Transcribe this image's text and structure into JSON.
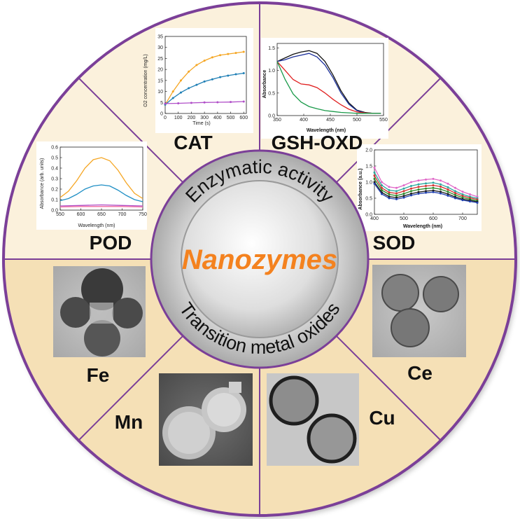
{
  "center": {
    "title": "Nanozymes"
  },
  "ring": {
    "top": "Enzymatic activity",
    "bottom": "Transition metal oxides"
  },
  "segments": {
    "cat": "CAT",
    "gsh": "GSH-OXD",
    "sod": "SOD",
    "pod": "POD",
    "fe": "Fe",
    "mn": "Mn",
    "cu": "Cu",
    "ce": "Ce"
  },
  "colors": {
    "border": "#7b3f98",
    "top_fill": "#fbf1dc",
    "bottom_fill": "#f5e0b6",
    "accent": "#f4821f"
  },
  "charts": {
    "cat": {
      "type": "line",
      "xlabel": "Time (s)",
      "ylabel": "O2 concentration (mg/L)",
      "xlim": [
        0,
        620
      ],
      "ylim": [
        0,
        35
      ],
      "xticks": [
        0,
        100,
        200,
        300,
        400,
        500,
        600
      ],
      "yticks": [
        0,
        5,
        10,
        15,
        20,
        25,
        30,
        35
      ],
      "series": [
        {
          "color": "#f5a623",
          "x": [
            0,
            60,
            120,
            180,
            240,
            300,
            360,
            420,
            480,
            540,
            600
          ],
          "y": [
            4,
            10,
            15,
            19,
            22,
            24,
            25.5,
            26.5,
            27,
            27.5,
            28
          ]
        },
        {
          "color": "#1f7fb5",
          "x": [
            0,
            60,
            120,
            180,
            240,
            300,
            360,
            420,
            480,
            540,
            600
          ],
          "y": [
            4,
            7,
            9.5,
            11.5,
            13,
            14.5,
            15.5,
            16.5,
            17.2,
            17.8,
            18.3
          ]
        },
        {
          "color": "#b04fc8",
          "x": [
            0,
            100,
            200,
            300,
            400,
            500,
            600
          ],
          "y": [
            4.5,
            4.6,
            4.8,
            5,
            5.1,
            5.2,
            5.4
          ]
        }
      ]
    },
    "gsh": {
      "type": "line",
      "xlabel": "Wavelength (nm)",
      "ylabel": "Absorbance",
      "xlim": [
        350,
        550
      ],
      "ylim": [
        0,
        1.6
      ],
      "xticks": [
        350,
        400,
        450,
        500,
        550
      ],
      "yticks": [
        0.0,
        0.5,
        1.0,
        1.5
      ],
      "series": [
        {
          "color": "#111111",
          "x": [
            350,
            365,
            380,
            395,
            410,
            425,
            440,
            455,
            470,
            485,
            500,
            515,
            530,
            545
          ],
          "y": [
            1.2,
            1.28,
            1.36,
            1.41,
            1.44,
            1.38,
            1.2,
            0.9,
            0.55,
            0.28,
            0.12,
            0.07,
            0.05,
            0.05
          ]
        },
        {
          "color": "#1b2f9a",
          "x": [
            350,
            365,
            380,
            395,
            410,
            425,
            440,
            455,
            470,
            485,
            500,
            515,
            530,
            545
          ],
          "y": [
            1.2,
            1.24,
            1.3,
            1.34,
            1.38,
            1.3,
            1.12,
            0.84,
            0.5,
            0.25,
            0.11,
            0.06,
            0.05,
            0.05
          ]
        },
        {
          "color": "#e02020",
          "x": [
            350,
            365,
            380,
            395,
            410,
            425,
            440,
            455,
            470,
            485,
            500,
            515,
            530,
            545
          ],
          "y": [
            1.2,
            1.0,
            0.8,
            0.7,
            0.68,
            0.62,
            0.5,
            0.36,
            0.24,
            0.14,
            0.08,
            0.06,
            0.05,
            0.05
          ]
        },
        {
          "color": "#1a9a4a",
          "x": [
            350,
            365,
            380,
            395,
            410,
            425,
            440,
            455,
            470,
            485,
            500,
            515,
            530,
            545
          ],
          "y": [
            1.2,
            0.8,
            0.48,
            0.3,
            0.2,
            0.15,
            0.11,
            0.09,
            0.07,
            0.06,
            0.05,
            0.05,
            0.05,
            0.05
          ]
        }
      ]
    },
    "sod": {
      "type": "line",
      "xlabel": "Wavelength (nm)",
      "ylabel": "Absorbance (a.u.)",
      "xlim": [
        400,
        750
      ],
      "ylim": [
        0.0,
        2.0
      ],
      "xticks": [
        400,
        500,
        600,
        700
      ],
      "yticks": [
        0.0,
        0.5,
        1.0,
        1.5,
        2.0
      ],
      "series": [
        {
          "color": "#e069c8",
          "x": [
            400,
            425,
            450,
            475,
            500,
            525,
            550,
            575,
            600,
            625,
            650,
            675,
            700,
            725,
            750
          ],
          "y": [
            1.45,
            1.0,
            0.85,
            0.82,
            0.9,
            1.0,
            1.05,
            1.08,
            1.1,
            1.05,
            0.95,
            0.82,
            0.7,
            0.62,
            0.55
          ]
        },
        {
          "color": "#2ea8a0",
          "x": [
            400,
            425,
            450,
            475,
            500,
            525,
            550,
            575,
            600,
            625,
            650,
            675,
            700,
            725,
            750
          ],
          "y": [
            1.3,
            0.9,
            0.75,
            0.72,
            0.8,
            0.88,
            0.93,
            0.96,
            0.98,
            0.93,
            0.84,
            0.72,
            0.62,
            0.55,
            0.5
          ]
        },
        {
          "color": "#d33030",
          "x": [
            400,
            425,
            450,
            475,
            500,
            525,
            550,
            575,
            600,
            625,
            650,
            675,
            700,
            725,
            750
          ],
          "y": [
            1.2,
            0.82,
            0.68,
            0.65,
            0.72,
            0.8,
            0.85,
            0.88,
            0.9,
            0.86,
            0.77,
            0.66,
            0.57,
            0.51,
            0.46
          ]
        },
        {
          "color": "#2a8a2a",
          "x": [
            400,
            425,
            450,
            475,
            500,
            525,
            550,
            575,
            600,
            625,
            650,
            675,
            700,
            725,
            750
          ],
          "y": [
            1.1,
            0.75,
            0.62,
            0.58,
            0.64,
            0.72,
            0.77,
            0.8,
            0.82,
            0.78,
            0.7,
            0.6,
            0.52,
            0.47,
            0.42
          ]
        },
        {
          "color": "#1a1a1a",
          "x": [
            400,
            425,
            450,
            475,
            500,
            525,
            550,
            575,
            600,
            625,
            650,
            675,
            700,
            725,
            750
          ],
          "y": [
            1.0,
            0.68,
            0.55,
            0.52,
            0.57,
            0.64,
            0.69,
            0.72,
            0.74,
            0.7,
            0.63,
            0.54,
            0.47,
            0.43,
            0.39
          ]
        },
        {
          "color": "#2040b0",
          "x": [
            400,
            425,
            450,
            475,
            500,
            525,
            550,
            575,
            600,
            625,
            650,
            675,
            700,
            725,
            750
          ],
          "y": [
            0.95,
            0.63,
            0.5,
            0.47,
            0.52,
            0.59,
            0.64,
            0.67,
            0.69,
            0.65,
            0.58,
            0.5,
            0.44,
            0.4,
            0.36
          ]
        }
      ]
    },
    "pod": {
      "type": "line",
      "xlabel": "Wavelength (nm)",
      "ylabel": "Absorbance (arb. units)",
      "xlim": [
        550,
        750
      ],
      "ylim": [
        0.0,
        0.6
      ],
      "xticks": [
        550,
        600,
        650,
        700,
        750
      ],
      "yticks": [
        0.0,
        0.1,
        0.2,
        0.3,
        0.4,
        0.5,
        0.6
      ],
      "series": [
        {
          "color": "#f5a623",
          "x": [
            550,
            570,
            590,
            610,
            630,
            650,
            670,
            690,
            710,
            730,
            750
          ],
          "y": [
            0.12,
            0.18,
            0.28,
            0.4,
            0.48,
            0.5,
            0.47,
            0.38,
            0.26,
            0.16,
            0.11
          ]
        },
        {
          "color": "#1f8fc5",
          "x": [
            550,
            570,
            590,
            610,
            630,
            650,
            670,
            690,
            710,
            730,
            750
          ],
          "y": [
            0.09,
            0.11,
            0.15,
            0.2,
            0.23,
            0.24,
            0.23,
            0.19,
            0.14,
            0.1,
            0.08
          ]
        },
        {
          "color": "#b04fc8",
          "x": [
            550,
            600,
            650,
            700,
            750
          ],
          "y": [
            0.04,
            0.045,
            0.05,
            0.045,
            0.04
          ]
        },
        {
          "color": "#f06aa0",
          "x": [
            550,
            600,
            650,
            700,
            750
          ],
          "y": [
            0.03,
            0.035,
            0.035,
            0.035,
            0.03
          ]
        }
      ]
    }
  }
}
